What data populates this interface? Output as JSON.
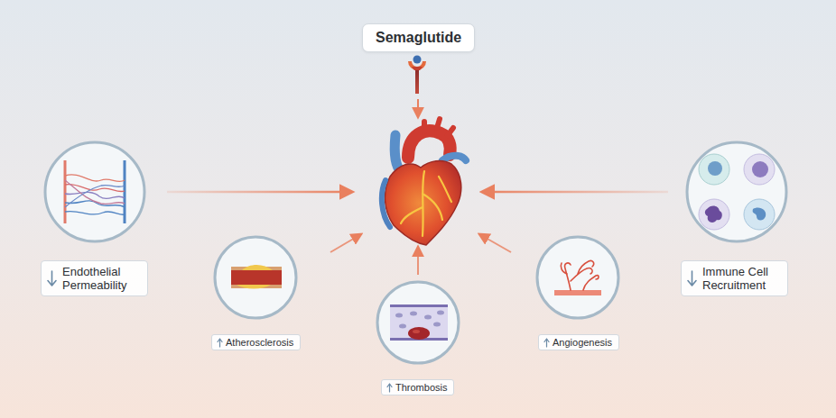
{
  "diagram": {
    "nodes": [
      {
        "text": [
          "Semaglutide"
        ]
      },
      {
        "text": [
          "Endothelial Permeability"
        ]
      },
      {
        "text": [
          "Atherosclerosis"
        ]
      },
      {
        "text": [
          "Thrombosis"
        ]
      },
      {
        "text": [
          "Angiogenesis"
        ]
      },
      {
        "text": [
          "Immune Cell Recruitment"
        ]
      }
    ]
  }
}
